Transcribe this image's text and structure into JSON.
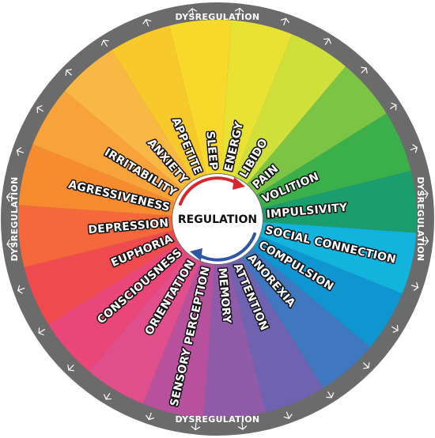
{
  "center_label": "REGULATION",
  "ring": {
    "labels": [
      "DYSREGULATION",
      "DYSREGULATION",
      "DYSREGULATION",
      "DYSREGULATION"
    ],
    "color": "#6b6b6b"
  },
  "center_arrow_colors": [
    "#d8262c",
    "#2f56a6"
  ],
  "segments": [
    {
      "label": "ENERGY",
      "color": "#e9e232"
    },
    {
      "label": "LIBIDO",
      "color": "#cfe03a"
    },
    {
      "label": "PAIN",
      "color": "#7cc444"
    },
    {
      "label": "VOLITION",
      "color": "#3bb04a"
    },
    {
      "label": "IMPULSIVITY",
      "color": "#1a9e6e"
    },
    {
      "label": "SOCIAL CONNECTION",
      "color": "#12b3dc"
    },
    {
      "label": "COMPULSION",
      "color": "#0f95cf"
    },
    {
      "label": "ANOREXIA",
      "color": "#3f78bf"
    },
    {
      "label": "ATTENTION",
      "color": "#6f63b1"
    },
    {
      "label": "MEMORY",
      "color": "#8f5aa8"
    },
    {
      "label": "SENSORY PERCEPTION",
      "color": "#b8519d"
    },
    {
      "label": "ORIENTATION",
      "color": "#e04f8b"
    },
    {
      "label": "CONSCIOUSNESS",
      "color": "#e9467a"
    },
    {
      "label": "EUPHORIA",
      "color": "#ef4b4f"
    },
    {
      "label": "DEPRESSION",
      "color": "#f4683b"
    },
    {
      "label": "AGRESSIVENESS",
      "color": "#f68b2f"
    },
    {
      "label": "IRRITABILITY",
      "color": "#f8a23a"
    },
    {
      "label": "ANXIETY",
      "color": "#f9b843"
    },
    {
      "label": "APPETITE",
      "color": "#f7c92b"
    },
    {
      "label": "SLEEP",
      "color": "#f8d82a"
    }
  ]
}
